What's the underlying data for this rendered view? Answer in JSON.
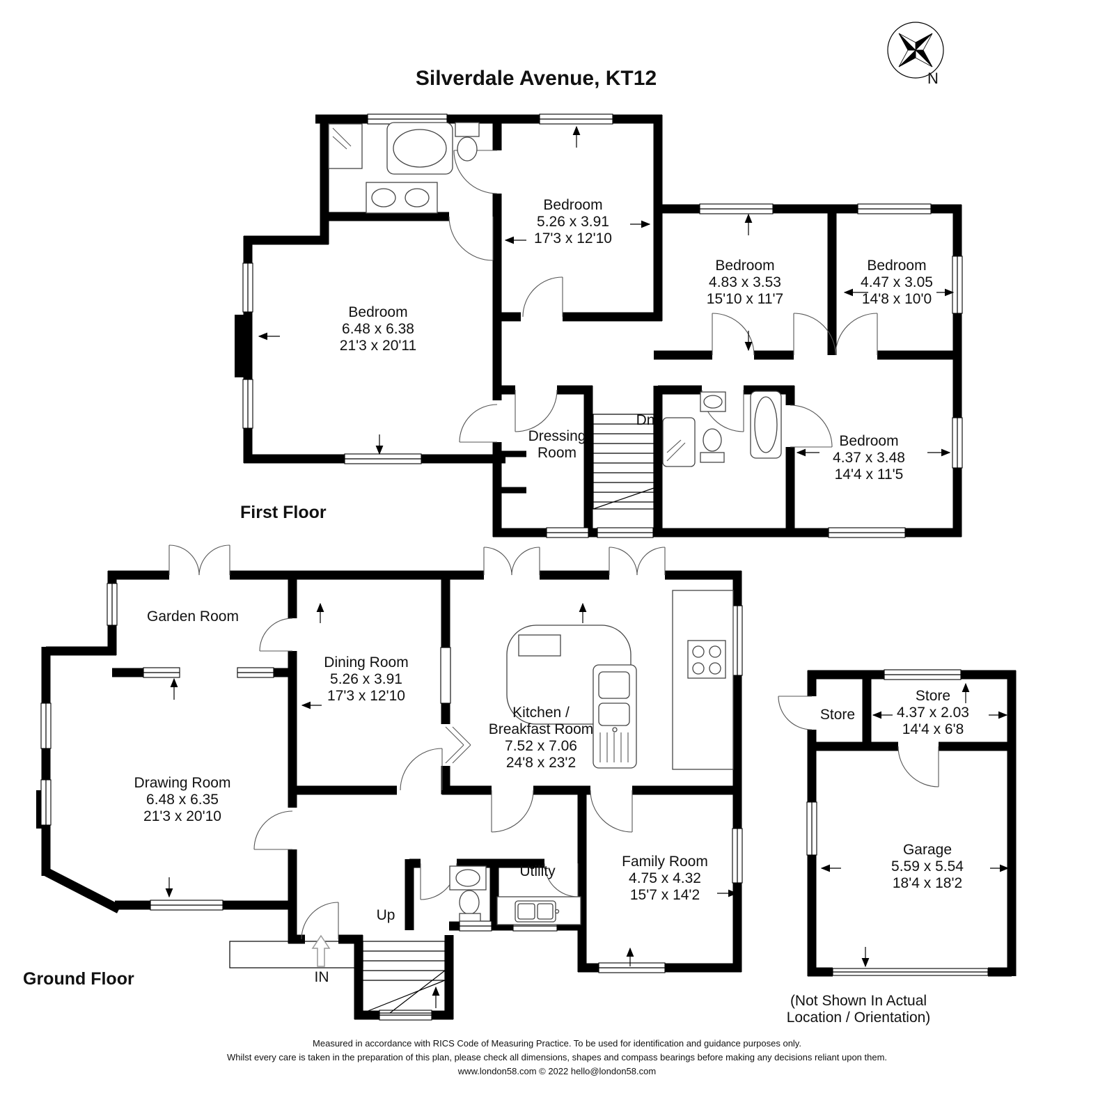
{
  "title": "Silverdale Avenue, KT12",
  "compass": {
    "label": "N"
  },
  "first_floor": {
    "label": "First Floor",
    "rooms": {
      "bedroom_top": {
        "name": "Bedroom",
        "metric": "5.26 x 3.91",
        "imperial": "17'3 x 12'10"
      },
      "bedroom_right1": {
        "name": "Bedroom",
        "metric": "4.83 x 3.53",
        "imperial": "15'10 x 11'7"
      },
      "bedroom_right2": {
        "name": "Bedroom",
        "metric": "4.47 x 3.05",
        "imperial": "14'8 x 10'0"
      },
      "bedroom_master": {
        "name": "Bedroom",
        "metric": "6.48 x 6.38",
        "imperial": "21'3 x 20'11"
      },
      "bedroom_bottom": {
        "name": "Bedroom",
        "metric": "4.37 x 3.48",
        "imperial": "14'4 x 11'5"
      },
      "dressing_room": {
        "name_line1": "Dressing",
        "name_line2": "Room"
      },
      "stairs_label": "Dn"
    }
  },
  "ground_floor": {
    "label": "Ground Floor",
    "rooms": {
      "garden_room": {
        "name": "Garden Room"
      },
      "dining_room": {
        "name": "Dining Room",
        "metric": "5.26 x 3.91",
        "imperial": "17'3 x 12'10"
      },
      "kitchen": {
        "name_line1": "Kitchen /",
        "name_line2": "Breakfast Room",
        "metric": "7.52 x 7.06",
        "imperial": "24'8 x 23'2"
      },
      "drawing_room": {
        "name": "Drawing Room",
        "metric": "6.48 x 6.35",
        "imperial": "21'3 x 20'10"
      },
      "utility": {
        "name": "Utility"
      },
      "family_room": {
        "name": "Family Room",
        "metric": "4.75 x 4.32",
        "imperial": "15'7 x 14'2"
      },
      "store_small": {
        "name": "Store"
      },
      "store_large": {
        "name": "Store",
        "metric": "4.37 x 2.03",
        "imperial": "14'4 x 6'8"
      },
      "garage": {
        "name": "Garage",
        "metric": "5.59 x 5.54",
        "imperial": "18'4 x 18'2"
      },
      "stairs_label": "Up",
      "entrance_label": "IN"
    },
    "garage_note_line1": "(Not Shown In Actual",
    "garage_note_line2": "Location / Orientation)"
  },
  "footer": {
    "line1": "Measured in accordance with RICS Code of Measuring Practice. To be used for identification and guidance purposes only.",
    "line2": "Whilst every care is taken in the preparation of this plan, please check all dimensions, shapes and compass bearings before making any decisions reliant upon them.",
    "line3": "www.london58.com © 2022 hello@london58.com"
  }
}
